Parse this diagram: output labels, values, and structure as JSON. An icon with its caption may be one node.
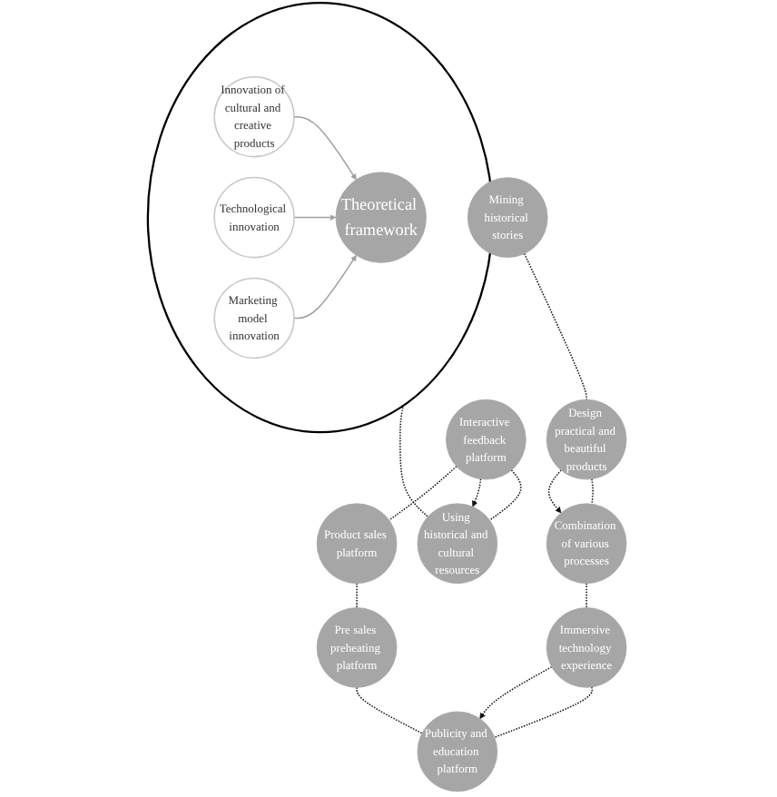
{
  "diagram": {
    "nodes": [
      {
        "text": [
          "Mining historical stories"
        ]
      },
      {
        "text": [
          "Design practical and beautiful products"
        ]
      },
      {
        "text": [
          "Using historical and cultural resources"
        ]
      },
      {
        "text": [],
        "shape": "circle"
      },
      {
        "text": [
          "Innovation of cultural and creative products"
        ],
        "in": 3
      },
      {
        "text": [
          "Theoretical framework"
        ],
        "in": 3
      },
      {
        "text": [
          "Interactive feedback platform"
        ]
      },
      {
        "text": [
          "Technological innovation"
        ],
        "in": 3
      },
      {
        "text": [
          "Marketing model innovation"
        ],
        "in": 3
      },
      {
        "text": [
          "Combination of various processes"
        ]
      },
      {
        "text": [
          "Product sales platform"
        ]
      },
      {
        "text": [
          "Immersive technology experience"
        ]
      },
      {
        "text": [
          "Pre sales preheating platform"
        ]
      },
      {
        "text": [
          "Publicity and education platform"
        ]
      }
    ],
    "edges": [
      {
        "from": 0,
        "to": 2,
        "arrow": "none",
        "style": "dashed"
      },
      {
        "from": 0,
        "to": 1,
        "arrow": "none",
        "style": "dashed"
      },
      {
        "from": 1,
        "to": 9,
        "arrow": "to",
        "style": "dashed"
      },
      {
        "from": 1,
        "to": 9,
        "arrow": "none",
        "style": "dashed"
      },
      {
        "from": 9,
        "to": 11,
        "arrow": "none",
        "style": "dashed"
      },
      {
        "from": 11,
        "to": 13,
        "arrow": "to",
        "style": "dashed"
      },
      {
        "from": 11,
        "to": 13,
        "arrow": "none",
        "style": "dashed"
      },
      {
        "from": 12,
        "to": 13,
        "arrow": "none",
        "style": "dashed"
      },
      {
        "from": 10,
        "to": 12,
        "arrow": "none",
        "style": "dashed"
      },
      {
        "from": 6,
        "to": 10,
        "arrow": "none",
        "style": "dashed"
      },
      {
        "from": 6,
        "to": 2,
        "arrow": "to",
        "style": "dashed"
      },
      {
        "from": 6,
        "to": 2,
        "arrow": "none",
        "style": "dashed"
      },
      {
        "from": 4,
        "to": 5,
        "arrow": "to",
        "color": "#a0a0a0"
      },
      {
        "from": 7,
        "to": 5,
        "arrow": "to",
        "color": "#a0a0a0"
      },
      {
        "from": 8,
        "to": 5,
        "arrow": "to",
        "color": "#a0a0a0"
      }
    ]
  }
}
